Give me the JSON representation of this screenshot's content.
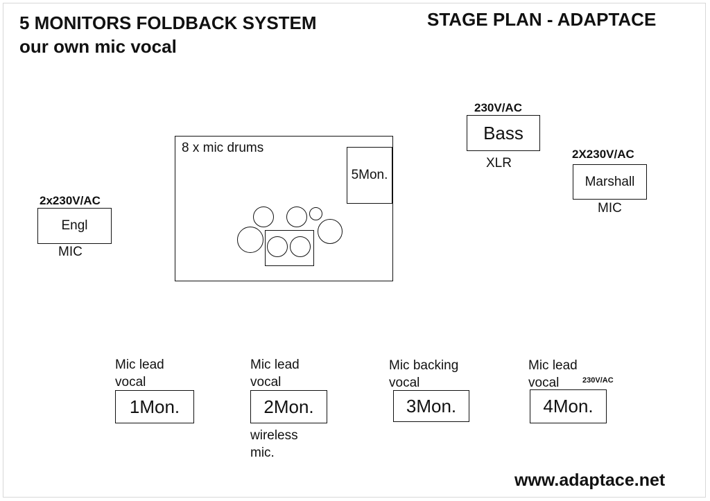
{
  "header": {
    "title_left_1": "5 MONITORS FOLDBACK SYSTEM",
    "title_left_2": "our own mic vocal",
    "title_right": "STAGE PLAN - ADAPTACE"
  },
  "bass": {
    "power": "230V/AC",
    "label": "Bass",
    "connector": "XLR"
  },
  "marshall": {
    "power": "2X230V/AC",
    "label": "Marshall",
    "connector": "MIC"
  },
  "engl": {
    "power": "2x230V/AC",
    "label": "Engl",
    "connector": "MIC"
  },
  "drums": {
    "label": "8 x mic drums",
    "monitor": "5Mon."
  },
  "monitors": [
    {
      "caption_1": "Mic lead",
      "caption_2": "vocal",
      "label": "1Mon."
    },
    {
      "caption_1": "Mic lead",
      "caption_2": "vocal",
      "label": "2Mon.",
      "note_1": "wireless",
      "note_2": "mic."
    },
    {
      "caption_1": "Mic backing",
      "caption_2": "vocal",
      "label": "3Mon."
    },
    {
      "caption_1": "Mic lead",
      "caption_2": "vocal",
      "label": "4Mon.",
      "power": "230V/AC"
    }
  ],
  "footer": {
    "website": "www.adaptace.net"
  }
}
